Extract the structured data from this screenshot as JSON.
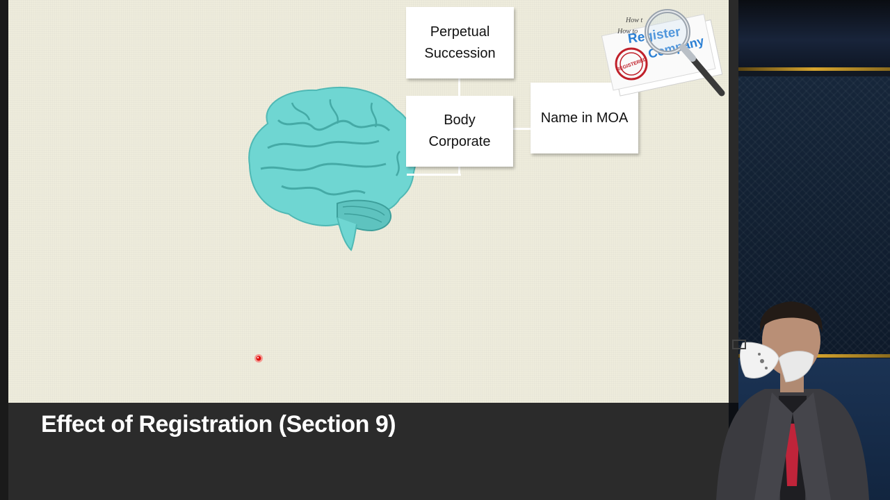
{
  "slide": {
    "boxes": {
      "perpetual_succession": {
        "line1": "Perpetual",
        "line2": "Succession"
      },
      "body_corporate": {
        "line1": "Body",
        "line2": "Corporate"
      },
      "name_in_moa": {
        "text": "Name in MOA"
      }
    },
    "logo": {
      "heading_line1": "How t",
      "heading_line2": "How to",
      "word1": "Register",
      "word2": "Company",
      "stamp": "REGISTERED"
    }
  },
  "caption": {
    "title": "Effect of Registration (Section 9)"
  },
  "colors": {
    "slide_background": "#eeecdc",
    "caption_bar": "#2b2b2b",
    "brain": "#6fd6d2",
    "accent_gold": "#d7a52e",
    "logo_blue": "#2a7fd4",
    "stamp_red": "#c0202a"
  }
}
